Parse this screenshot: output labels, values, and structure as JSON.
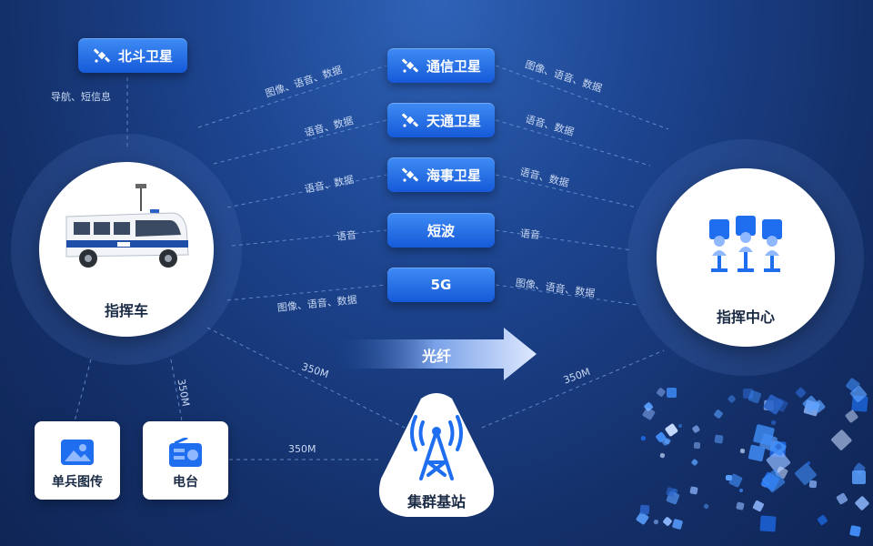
{
  "nodes": {
    "command_vehicle": "指挥车",
    "command_center": "指挥中心",
    "cluster_base_station": "集群基站",
    "single_soldier": "单兵图传",
    "radio": "电台",
    "fiber": "光纤"
  },
  "beidou": {
    "label": "北斗卫星",
    "note": "导航、短信息"
  },
  "channels": [
    {
      "name": "通信卫星",
      "left_label": "图像、语音、数据",
      "right_label": "图像、语音、数据",
      "icon": "satellite-icon"
    },
    {
      "name": "天通卫星",
      "left_label": "语音、数据",
      "right_label": "语音、数据",
      "icon": "satellite-icon"
    },
    {
      "name": "海事卫星",
      "left_label": "语音、数据",
      "right_label": "语音、数据",
      "icon": "satellite-icon"
    },
    {
      "name": "短波",
      "left_label": "语音",
      "right_label": "语音",
      "icon": ""
    },
    {
      "name": "5G",
      "left_label": "图像、语音、数据",
      "right_label": "图像、语音、数据",
      "icon": ""
    }
  ],
  "links": {
    "vehicle_to_station": "350M",
    "station_to_center": "350M",
    "radio_to_station": "350M",
    "vehicle_to_radio": "350M"
  },
  "colors": {
    "accent": "#1f6ef0",
    "background": "#1d4590",
    "dashed_line": "#6f9ad8"
  }
}
